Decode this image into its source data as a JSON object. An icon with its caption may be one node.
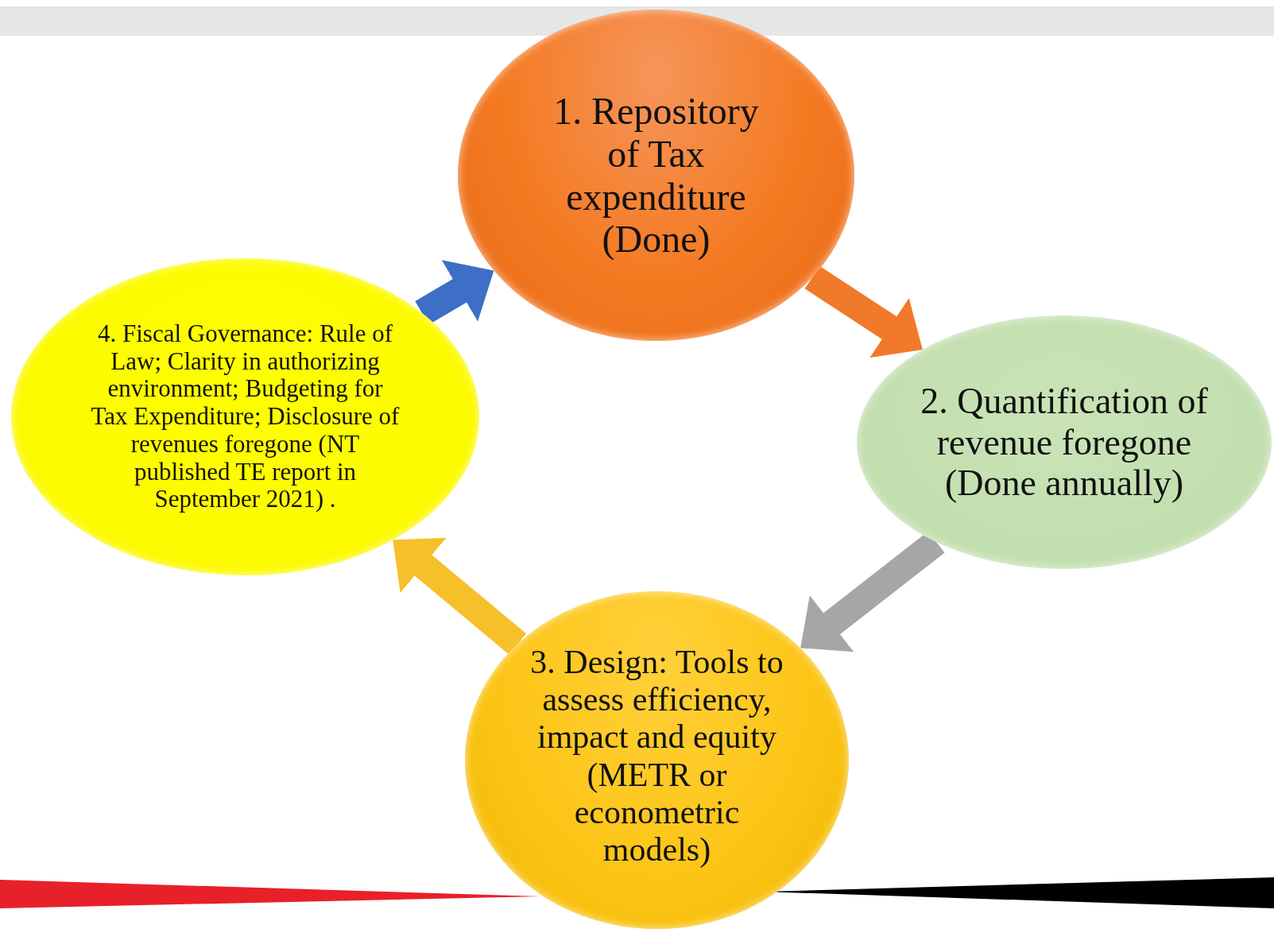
{
  "diagram": {
    "nodes": [
      {
        "text": [
          "1. Repository of Tax expenditure (Done)"
        ]
      },
      {
        "text": [
          "2. Quantification of revenue foregone (Done annually)"
        ]
      },
      {
        "text": [
          "3. Design: Tools to assess efficiency, impact and equity (METR or econometric models)"
        ]
      },
      {
        "text": [
          "4. Fiscal Governance: Rule of Law; Clarity in authorizing environment; Budgeting for Tax Expenditure; Disclosure of revenues foregone (NT published TE report in September 2021) ."
        ]
      }
    ],
    "edges": [
      {
        "from": 0,
        "to": 1,
        "arrow": "to",
        "color": "#f07a2a"
      },
      {
        "from": 1,
        "to": 2,
        "arrow": "to",
        "color": "#a6a6a6"
      },
      {
        "from": 2,
        "to": 3,
        "arrow": "to",
        "color": "#f5c02a"
      },
      {
        "from": 3,
        "to": 0,
        "arrow": "to",
        "color": "#3d6fc7"
      }
    ]
  }
}
